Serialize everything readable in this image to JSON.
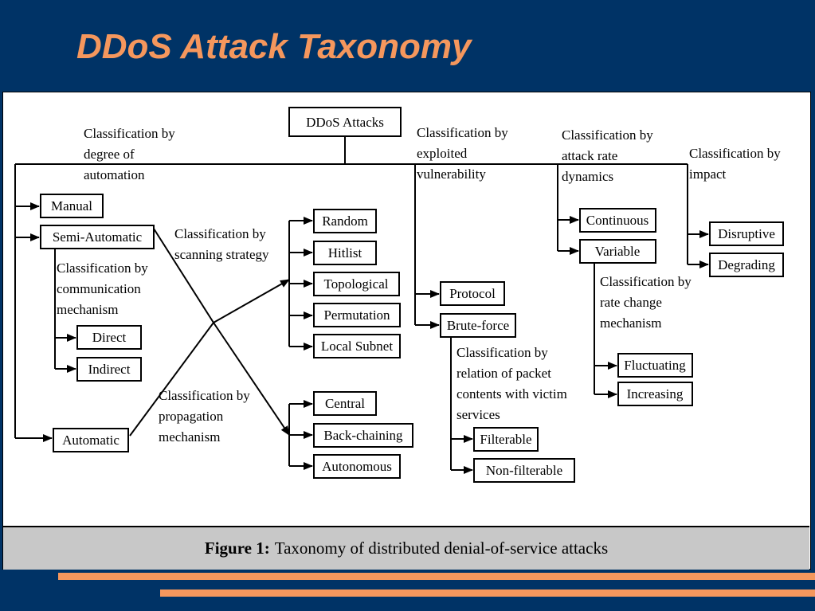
{
  "title": "DDoS Attack Taxonomy",
  "caption": {
    "label": "Figure 1:",
    "text": "Taxonomy of distributed denial-of-service attacks"
  },
  "colors": {
    "background": "#003366",
    "title": "#f5975d",
    "stripe": "#f5975d",
    "caption_bg": "#c8c8c8"
  },
  "diagram": {
    "root": "DDoS Attacks",
    "automation": {
      "heading": [
        "Classification by",
        "degree of",
        "automation"
      ],
      "manual": "Manual",
      "semi_automatic": "Semi-Automatic",
      "automatic": "Automatic",
      "communication": {
        "heading": [
          "Classification by",
          "communication",
          "mechanism"
        ],
        "direct": "Direct",
        "indirect": "Indirect"
      },
      "scanning": {
        "heading": [
          "Classification by",
          "scanning strategy"
        ],
        "items": [
          "Random",
          "Hitlist",
          "Topological",
          "Permutation",
          "Local Subnet"
        ]
      },
      "propagation": {
        "heading": [
          "Classification by",
          "propagation",
          "mechanism"
        ],
        "items": [
          "Central",
          "Back-chaining",
          "Autonomous"
        ]
      }
    },
    "vulnerability": {
      "heading": [
        "Classification by",
        "exploited",
        "vulnerability"
      ],
      "protocol": "Protocol",
      "brute_force": "Brute-force",
      "relation": {
        "heading": [
          "Classification by",
          "relation of packet",
          "contents with victim",
          "services"
        ],
        "items": [
          "Filterable",
          "Non-filterable"
        ]
      }
    },
    "rate": {
      "heading": [
        "Classification by",
        "attack rate",
        "dynamics"
      ],
      "continuous": "Continuous",
      "variable": "Variable",
      "change": {
        "heading": [
          "Classification by",
          "rate change",
          "mechanism"
        ],
        "items": [
          "Fluctuating",
          "Increasing"
        ]
      }
    },
    "impact": {
      "heading": [
        "Classification by",
        "impact"
      ],
      "items": [
        "Disruptive",
        "Degrading"
      ]
    }
  }
}
